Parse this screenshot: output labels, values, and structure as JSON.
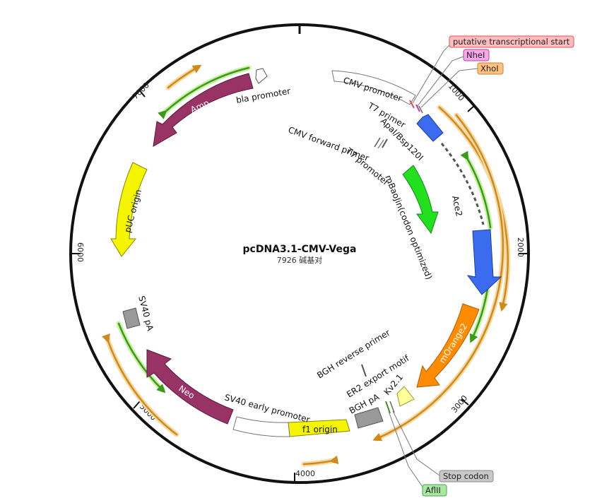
{
  "title": "pcDNA3.1-CMV-Vega",
  "subtitle": "7926 碱基对",
  "ticks": [
    {
      "label": "1000",
      "angle": 50
    },
    {
      "label": "2000",
      "angle": 90
    },
    {
      "label": "3000",
      "angle": 137
    },
    {
      "label": "4000",
      "angle": 180
    },
    {
      "label": "5000",
      "angle": 225
    },
    {
      "label": "6000",
      "angle": 270
    },
    {
      "label": "7000",
      "angle": 315
    }
  ],
  "features": [
    {
      "name": "CMV promoter",
      "color": "#ffffff",
      "text": "CMV promoter"
    },
    {
      "name": "Ace2",
      "color": "#3b6cf0",
      "text": "Ace2"
    },
    {
      "name": "mBaoJin(codon optimized)",
      "color": "#22e01e",
      "text": "mBaoJin(codon optimized)"
    },
    {
      "name": "mOrange2",
      "color": "#ff8c00",
      "text": "mOrange2"
    },
    {
      "name": "Kv2.1",
      "color": "#ffff99",
      "text": "Kv2.1"
    },
    {
      "name": "BGH pA",
      "color": "#999999",
      "text": "BGH pA"
    },
    {
      "name": "f1 origin",
      "color": "#f5f500",
      "text": "f1 origin"
    },
    {
      "name": "SV40 early promoter",
      "color": "#ffffff",
      "text": "SV40 early promoter"
    },
    {
      "name": "Neo",
      "color": "#993366",
      "text": "Neo"
    },
    {
      "name": "SV40 pA",
      "color": "#999999",
      "text": "SV40 pA"
    },
    {
      "name": "pUC origin",
      "color": "#f5f500",
      "text": "pUC origin"
    },
    {
      "name": "Amp",
      "color": "#993366",
      "text": "Amp"
    },
    {
      "name": "bla promoter",
      "color": "#ffffff",
      "text": "bla promoter"
    }
  ],
  "labels": {
    "t7_primer": "T7 primer",
    "apai": "ApaI/Bsp120I",
    "cmv_forward": "CMV forward primer",
    "t7_promoter": "T7 promoter",
    "bgh_reverse": "BGH reverse primer",
    "er2": "ER2 export motif",
    "bgh_pa": "BGH pA",
    "kv21": "Kv2.1",
    "sv40_early": "SV40 early promoter",
    "sv40_pa": "SV40 pA",
    "bla_promoter": "bla promoter",
    "cmv_promoter": "CMV promoter",
    "ace2": "Ace2",
    "mbaojin": "mBaoJin(codon optimized)"
  },
  "boxed_labels": {
    "putative": {
      "text": "putative transcriptional start",
      "fill": "#ffbdbd",
      "stroke": "#e05050"
    },
    "nhei": {
      "text": "NheI",
      "fill": "#f7a8e8",
      "stroke": "#c040a0"
    },
    "xhoi": {
      "text": "XhoI",
      "fill": "#ffc080",
      "stroke": "#d08030"
    },
    "stop": {
      "text": "Stop codon",
      "fill": "#c8c8c8",
      "stroke": "#888888"
    },
    "aflii": {
      "text": "AflII",
      "fill": "#a8e8a0",
      "stroke": "#50a050"
    }
  },
  "colors": {
    "orf_orange": "#d08a1a",
    "orf_glow": "#f5d9a0",
    "primer_green": "#3a9a1a",
    "primer_glow": "#c8f0a0",
    "backbone": "#111111"
  }
}
